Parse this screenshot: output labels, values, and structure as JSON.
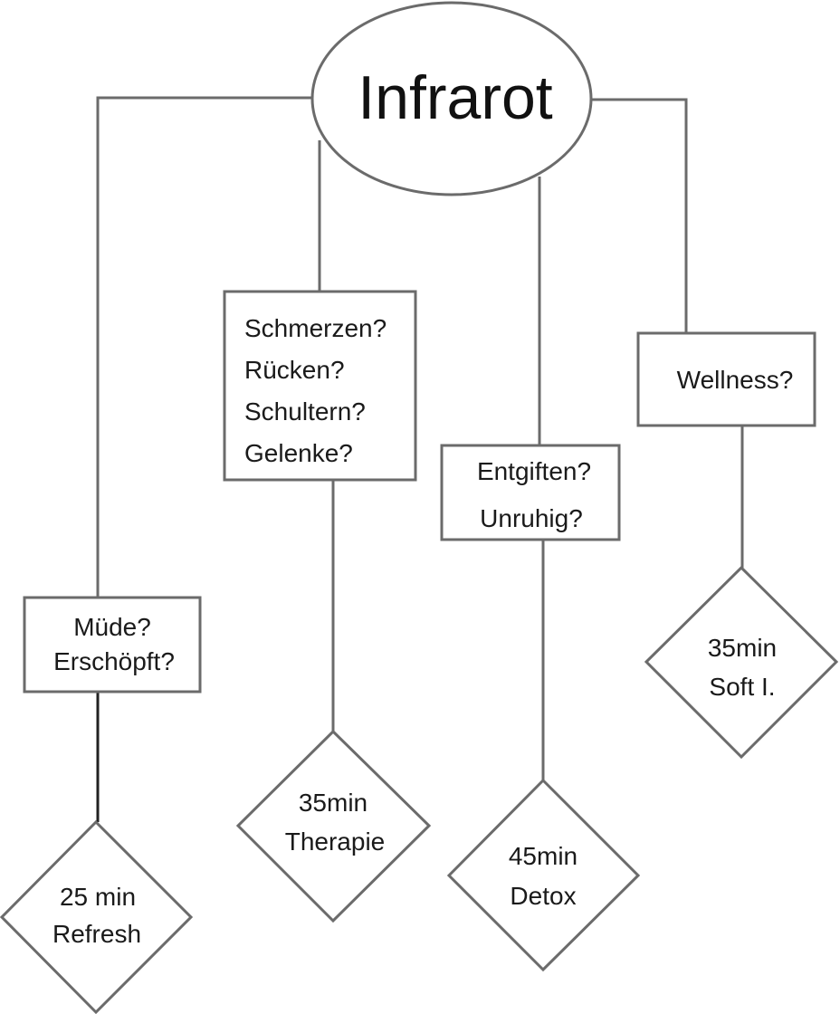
{
  "root": {
    "label": "Infrarot"
  },
  "branches": [
    {
      "id": "tired",
      "question": [
        "Müde?",
        "Erschöpft?"
      ],
      "result": [
        "25 min",
        "Refresh"
      ]
    },
    {
      "id": "pain",
      "question": [
        "Schmerzen?",
        "Rücken?",
        "Schultern?",
        "Gelenke?"
      ],
      "result": [
        "35min",
        "Therapie"
      ]
    },
    {
      "id": "detox",
      "question": [
        "Entgiften?",
        "Unruhig?"
      ],
      "result": [
        "45min",
        "Detox"
      ]
    },
    {
      "id": "wellness",
      "question": [
        "Wellness?"
      ],
      "result": [
        "35min",
        "Soft I."
      ]
    }
  ],
  "colors": {
    "stroke": "#6b6b6b",
    "text": "#1a1a1a"
  }
}
